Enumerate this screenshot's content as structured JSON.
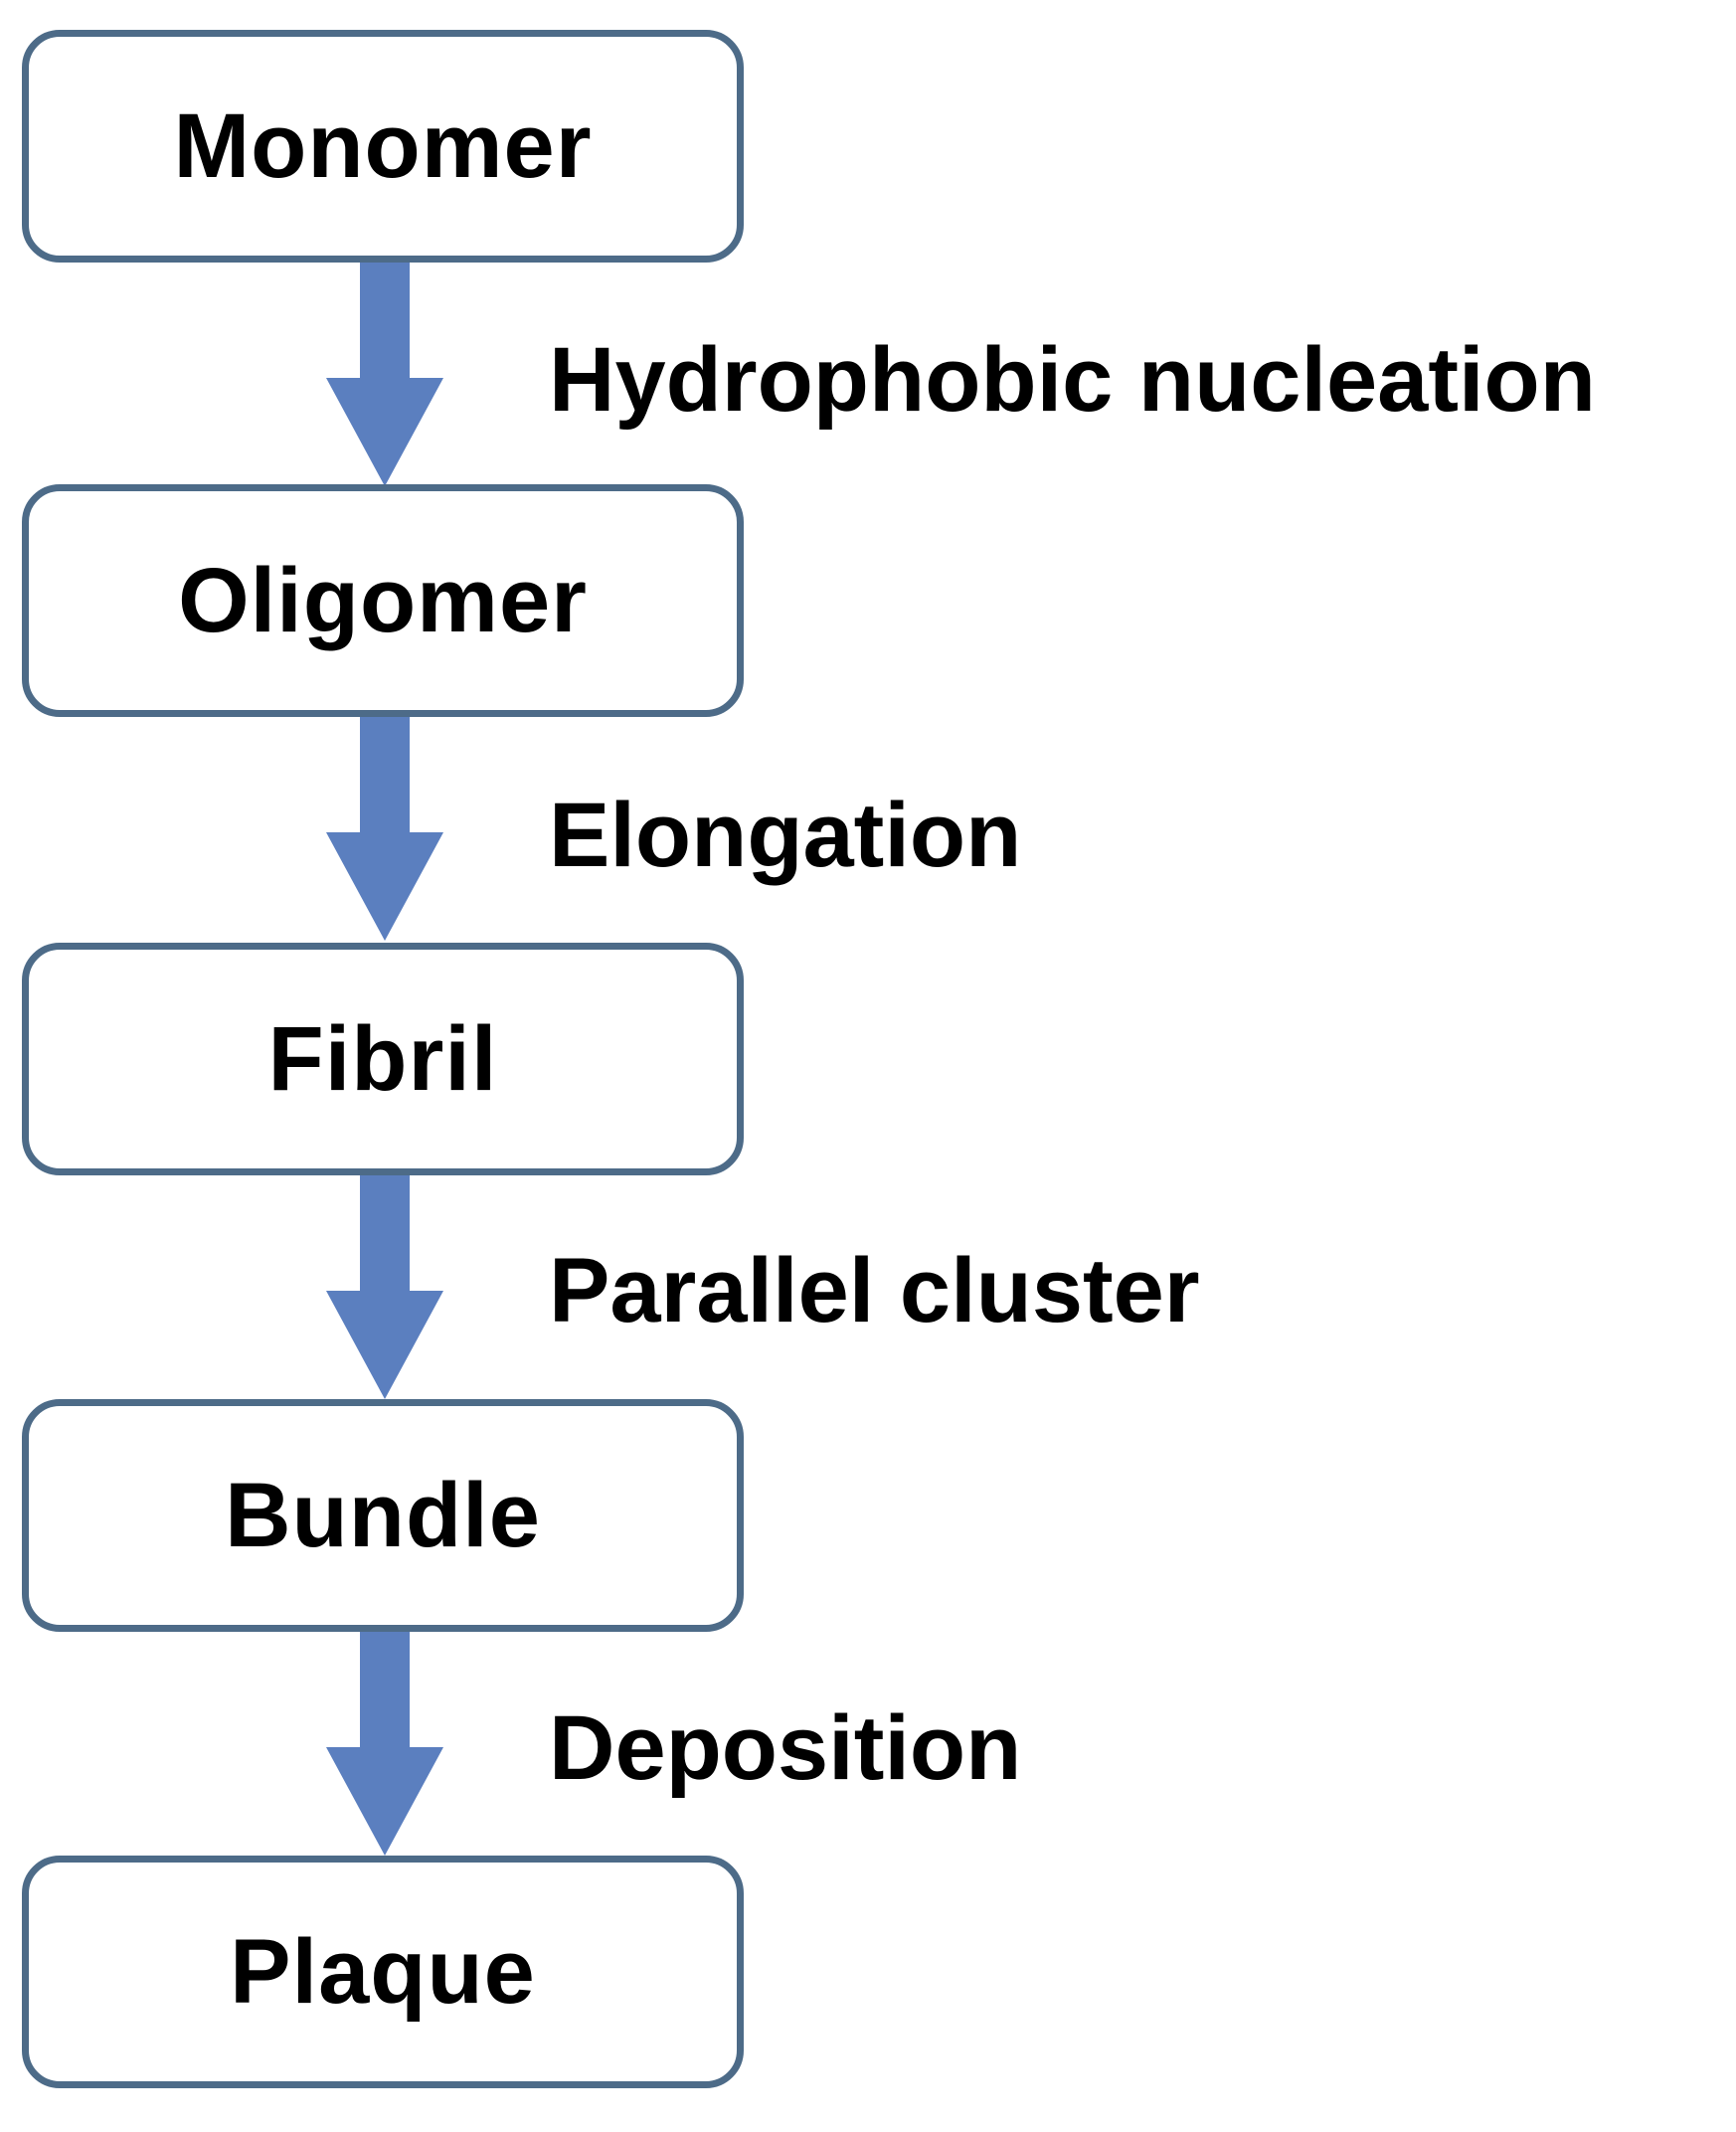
{
  "stages": [
    "Monomer",
    "Oligomer",
    "Fibril",
    "Bundle",
    "Plaque"
  ],
  "transitions": [
    "Hydrophobic nucleation",
    "Elongation",
    "Parallel cluster",
    "Deposition"
  ],
  "colors": {
    "arrow": "#5b7fbf",
    "box_border": "#4d6b88",
    "text": "#000000",
    "background": "#ffffff"
  }
}
